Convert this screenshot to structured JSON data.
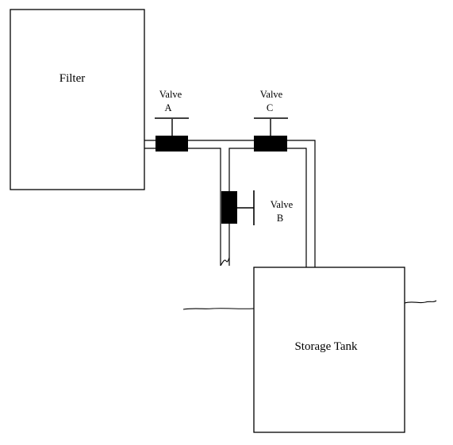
{
  "diagram": {
    "filter_label": "Filter",
    "storage_tank_label": "Storage Tank",
    "valve_a": {
      "line1": "Valve",
      "line2": "A"
    },
    "valve_b": {
      "line1": "Valve",
      "line2": "B"
    },
    "valve_c": {
      "line1": "Valve",
      "line2": "C"
    }
  },
  "colors": {
    "ink": "#000000",
    "background": "#ffffff"
  }
}
